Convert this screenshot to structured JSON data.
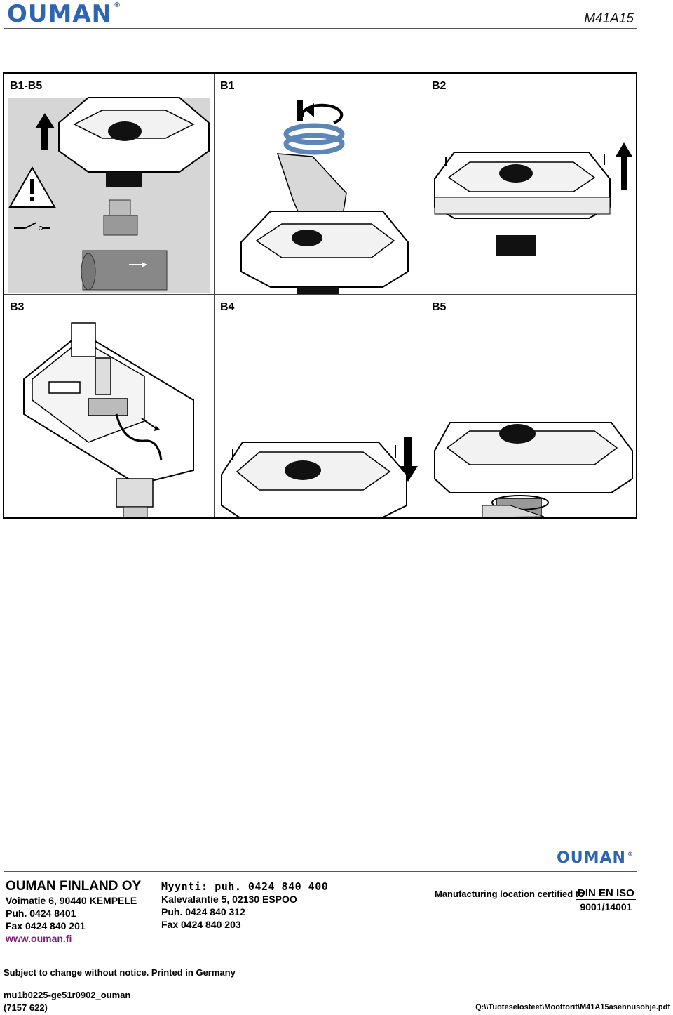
{
  "header": {
    "logo": "OUMAN",
    "registered": "®",
    "doc_code": "M41A15"
  },
  "panels": [
    {
      "label": "B1-B5"
    },
    {
      "label": "B1"
    },
    {
      "label": "B2"
    },
    {
      "label": "B3"
    },
    {
      "label": "B4"
    },
    {
      "label": "B5"
    }
  ],
  "footer": {
    "logo": "OUMAN",
    "registered": "®",
    "company": {
      "name": "OUMAN FINLAND OY",
      "address": "Voimatie 6, 90440 KEMPELE",
      "phone": "Puh. 0424 8401",
      "fax": "Fax  0424 840 201",
      "web": "www.ouman.fi"
    },
    "sales": {
      "title": "Myynti: puh. 0424 840 400",
      "address": "Kalevalantie 5, 02130 ESPOO",
      "phone": "Puh. 0424 840 312",
      "fax": "Fax  0424 840 203"
    },
    "certification": {
      "text": "Manufacturing location certified to",
      "standard": "DIN EN ISO",
      "numbers": "9001/14001"
    },
    "notice": "Subject to change without notice. Printed in Germany",
    "doc_id": "mu1b0225-ge51r0902_ouman",
    "doc_number": "(7157 622)",
    "file_path": "Q:\\\\Tuoteselosteet\\Moottorit\\M41A15asennusohje.pdf"
  }
}
